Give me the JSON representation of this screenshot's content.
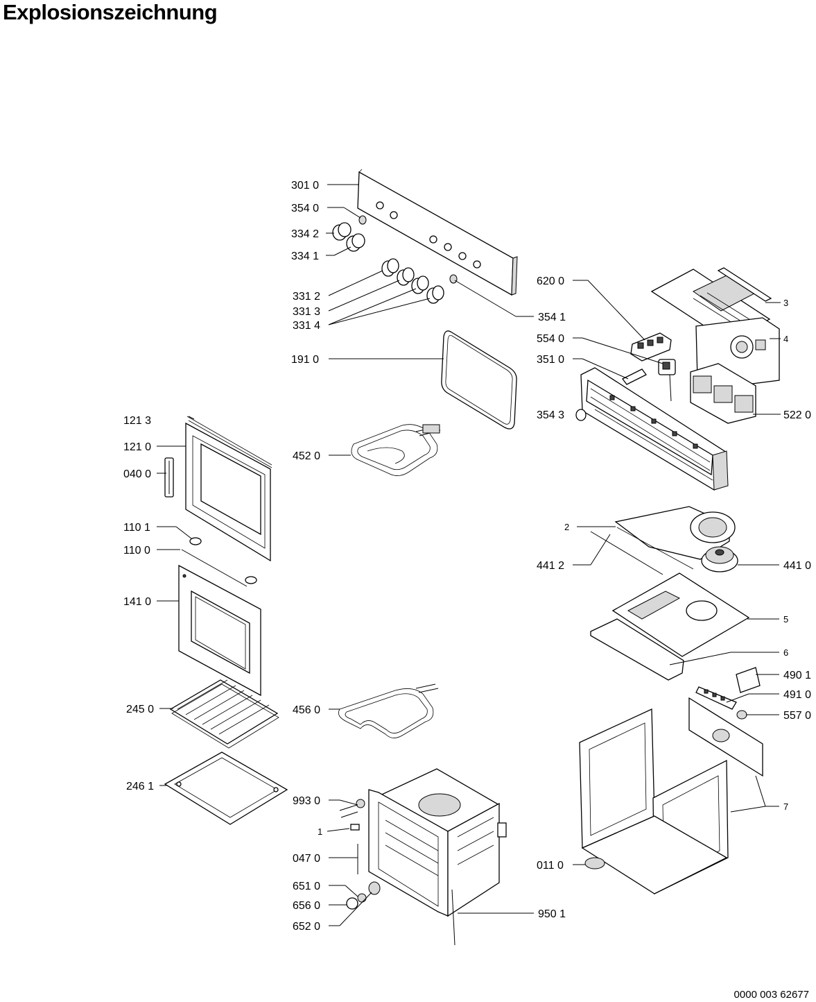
{
  "title": "Explosionszeichnung",
  "document_number": "0000 003 62677",
  "labels": {
    "l3010": "301 0",
    "l3540": "354 0",
    "l3342": "334 2",
    "l3341": "334 1",
    "l3312": "331 2",
    "l3313": "331 3",
    "l3314": "331 4",
    "l3541": "354 1",
    "l6200": "620 0",
    "l3": "3",
    "l4": "4",
    "l5540": "554 0",
    "l3510": "351 0",
    "l1910": "191 0",
    "l3543": "354 3",
    "l5220": "522 0",
    "l1213": "121 3",
    "l1210": "121 0",
    "l0400": "040 0",
    "l4520": "452 0",
    "l1101": "110 1",
    "l1100": "110 0",
    "l2": "2",
    "l4412": "441 2",
    "l4410": "441 0",
    "l1410": "141 0",
    "l5": "5",
    "l6": "6",
    "l4901": "490 1",
    "l2450": "245 0",
    "l4560": "456 0",
    "l4910": "491 0",
    "l5570": "557 0",
    "l2461": "246 1",
    "l9930": "993 0",
    "l7": "7",
    "l1": "1",
    "l0470": "047 0",
    "l0110": "011 0",
    "l6510": "651 0",
    "l6560": "656 0",
    "l9501": "950 1",
    "l6520": "652 0"
  }
}
